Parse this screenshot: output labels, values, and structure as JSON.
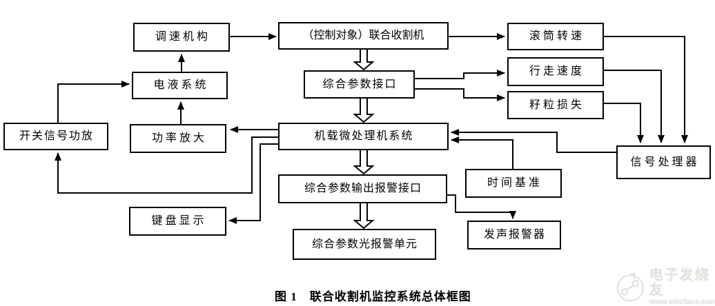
{
  "diagram": {
    "background": "#ffffff",
    "line_color": "#000000",
    "boxes": {
      "speed_mechanism": "调速机构",
      "harvester": "（控制对象）联合收割机",
      "drum_speed": "滚筒转速",
      "electro_hydraulic": "电液系统",
      "param_interface": "综合参数接口",
      "travel_speed": "行走速度",
      "grain_loss": "籽粒损失",
      "switch_signal_amp": "开关信号功放",
      "power_amp": "功率放大",
      "onboard_mcu": "机载微处理机系统",
      "signal_processor": "信号处理器",
      "time_base": "时间基准",
      "output_alarm_interface": "综合参数输出报警接口",
      "keyboard_display": "键盘显示",
      "light_alarm_unit": "综合参数光报警单元",
      "sound_alarm": "发声报警器"
    },
    "caption": "图 1　联合收割机监控系统总体框图"
  },
  "watermark": {
    "brand": "电子发烧友",
    "url": "www.elecfans.com",
    "color": "#e2e2de"
  }
}
